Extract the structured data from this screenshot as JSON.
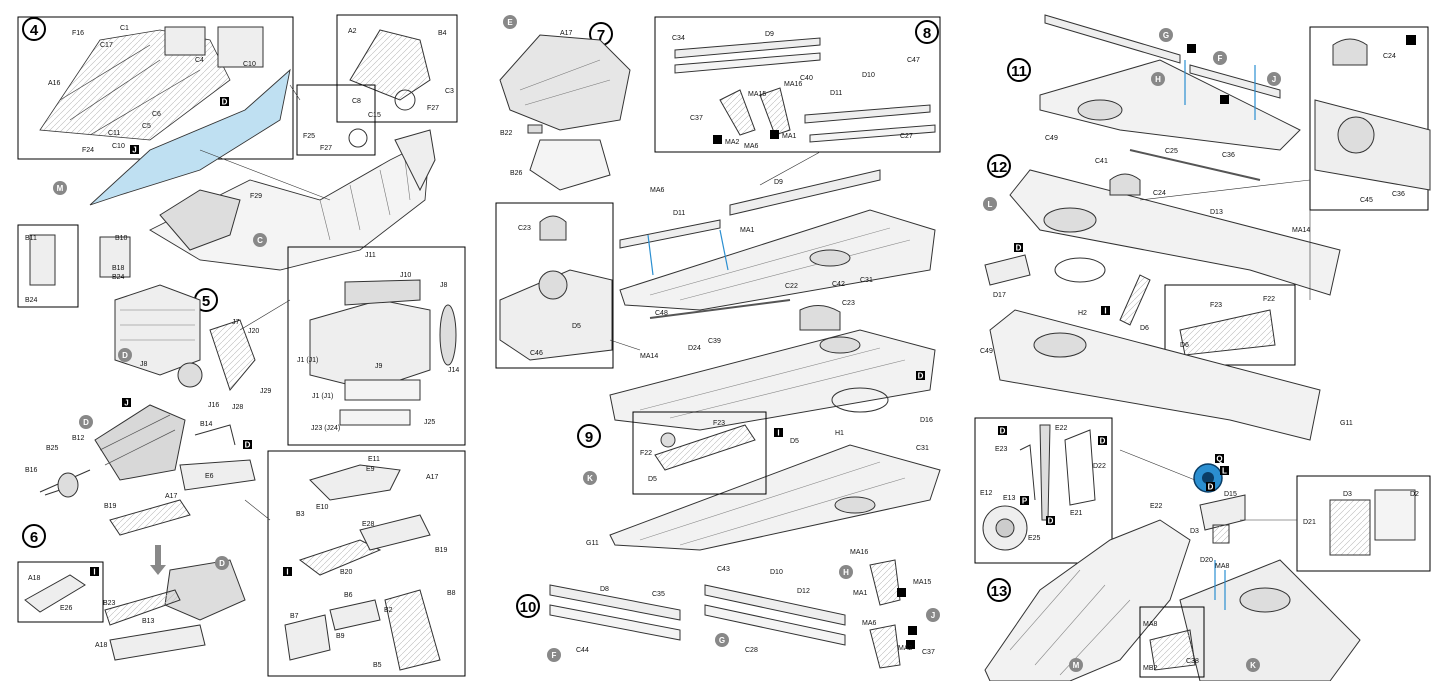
{
  "steps": [
    "4",
    "5",
    "6",
    "7",
    "8",
    "9",
    "10",
    "11",
    "12",
    "13"
  ],
  "sprues": {
    "M_left": "M",
    "C_left": "C",
    "D_s5": "D",
    "D_s6a": "D",
    "D_s6b": "D",
    "E_top": "E",
    "K_s9": "K",
    "F_s10": "F",
    "G_s10": "G",
    "H_s10": "H",
    "J_s10": "J",
    "G_s11": "G",
    "F_s11": "F",
    "H_s11": "H",
    "J_s11": "J",
    "L_s12": "L",
    "M_s13": "M",
    "K_s13": "K"
  },
  "badges": {
    "J": "J",
    "D": "D",
    "I": "I",
    "P": "P",
    "Q": "Q",
    "L": "L"
  },
  "labels": {
    "s4": [
      "F16",
      "C1",
      "C17",
      "A16",
      "C4",
      "C10",
      "C5",
      "C6",
      "C11",
      "C10",
      "F24",
      "A2",
      "B4",
      "C3",
      "C8",
      "C15",
      "F27",
      "F25",
      "F27",
      "F29"
    ],
    "s4b": [
      "B11",
      "B10",
      "B18",
      "B24",
      "B24"
    ],
    "s5": [
      "J8",
      "J7",
      "J20",
      "J16",
      "J28",
      "J29",
      "J11",
      "J10",
      "J8",
      "J1 (J1)",
      "J9",
      "J14",
      "J1 (J1)",
      "J23 (J24)",
      "J25"
    ],
    "s5b": [
      "B12",
      "B25",
      "B16",
      "B14",
      "E6",
      "B19",
      "A17"
    ],
    "s5c": [
      "E11",
      "E9",
      "A17",
      "B3",
      "E10",
      "E28",
      "B19",
      "B20",
      "B6",
      "B2",
      "B8",
      "B7",
      "B9",
      "B5"
    ],
    "s6": [
      "A18",
      "E26",
      "B23",
      "B13",
      "A18"
    ],
    "s7": [
      "A17",
      "B22",
      "B26",
      "C23",
      "D5",
      "C46"
    ],
    "s8": [
      "C34",
      "D9",
      "C40",
      "D10",
      "C47",
      "MA16",
      "MA15",
      "C37",
      "MA2",
      "MA6",
      "MA1",
      "D11",
      "C27"
    ],
    "s8b": [
      "MA6",
      "D11",
      "D9",
      "MA1",
      "C31",
      "C22",
      "C42",
      "C48",
      "C23"
    ],
    "s9": [
      "MA14",
      "D24",
      "C39",
      "D16",
      "D5",
      "H1",
      "C31",
      "F23",
      "F22",
      "D5",
      "G11"
    ],
    "s10": [
      "D8",
      "C35",
      "C44",
      "C43",
      "D10",
      "D12",
      "C28",
      "MA16",
      "MA1",
      "MA15",
      "MA6",
      "MA2",
      "C37"
    ],
    "s11": [
      "C49",
      "C41",
      "C25",
      "C36",
      "C24",
      "C36",
      "C45"
    ],
    "s12": [
      "C24",
      "D13",
      "MA14",
      "D17",
      "H2",
      "D6",
      "F23",
      "F22",
      "D6",
      "C49",
      "G11"
    ],
    "s13": [
      "E23",
      "E22",
      "D22",
      "E12",
      "E13",
      "E21",
      "E25",
      "E22",
      "D15",
      "D3",
      "D20",
      "MA8",
      "D21",
      "D3",
      "D2",
      "MA8",
      "MB2",
      "C38"
    ]
  }
}
